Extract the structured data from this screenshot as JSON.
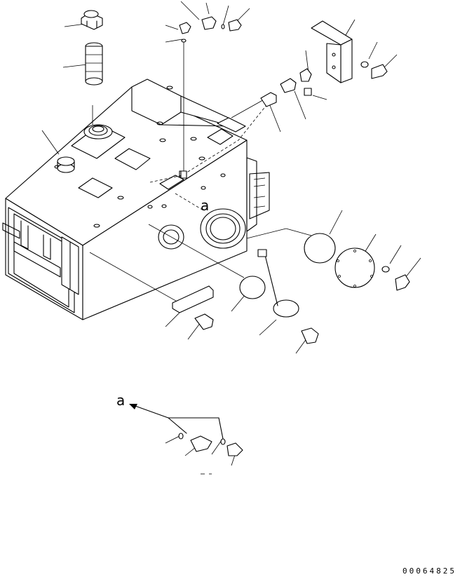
{
  "diagram": {
    "view_label": "a",
    "detail_label": "a",
    "drawing_code": "00064825"
  }
}
